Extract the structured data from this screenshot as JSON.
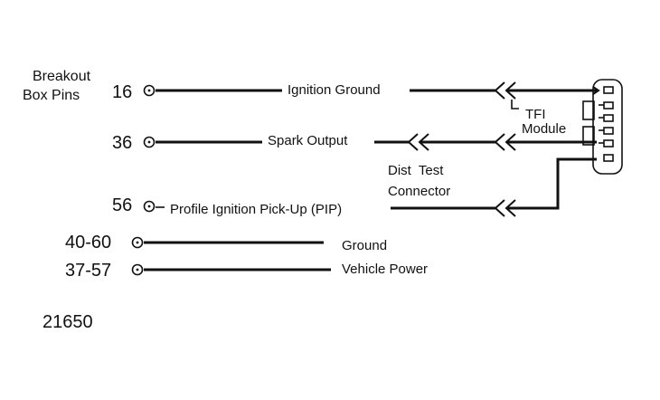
{
  "header": {
    "line1": "Breakout",
    "line2": "Box Pins"
  },
  "pins": [
    {
      "number": "16",
      "label": "Ignition Ground"
    },
    {
      "number": "36",
      "label": "Spark Output"
    },
    {
      "number": "56",
      "label": "Profile Ignition Pick-Up (PIP)"
    },
    {
      "number": "40-60",
      "label": "Ground"
    },
    {
      "number": "37-57",
      "label": "Vehicle Power"
    }
  ],
  "module": {
    "line1": "TFI",
    "line2": "Module"
  },
  "connector": {
    "line1": "Dist  Test",
    "line2": "Connector"
  },
  "figure_number": "21650"
}
